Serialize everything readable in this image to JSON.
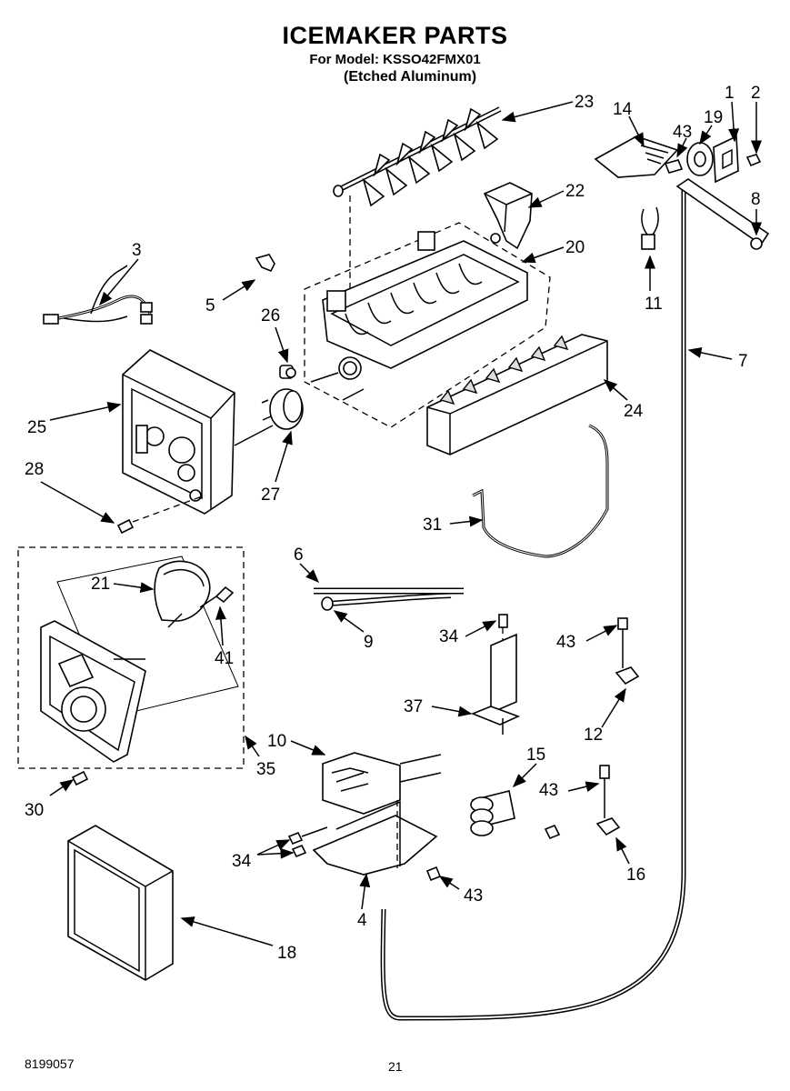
{
  "header": {
    "title": "ICEMAKER PARTS",
    "model_line": "For Model: KSSO42FMX01",
    "finish_line": "(Etched Aluminum)"
  },
  "footer": {
    "doc_number": "8199057",
    "page_number": "21"
  },
  "callouts": {
    "c1": "1",
    "c2": "2",
    "c3": "3",
    "c4": "4",
    "c5": "5",
    "c6": "6",
    "c7": "7",
    "c8": "8",
    "c9": "9",
    "c10": "10",
    "c11": "11",
    "c12": "12",
    "c14": "14",
    "c15": "15",
    "c16": "16",
    "c18": "18",
    "c19": "19",
    "c20": "20",
    "c21": "21",
    "c22": "22",
    "c23": "23",
    "c24": "24",
    "c25": "25",
    "c26": "26",
    "c27": "27",
    "c28": "28",
    "c30": "30",
    "c31": "31",
    "c34a": "34",
    "c34b": "34",
    "c35": "35",
    "c37": "37",
    "c41": "41",
    "c43a": "43",
    "c43b": "43",
    "c43c": "43",
    "c43d": "43"
  }
}
